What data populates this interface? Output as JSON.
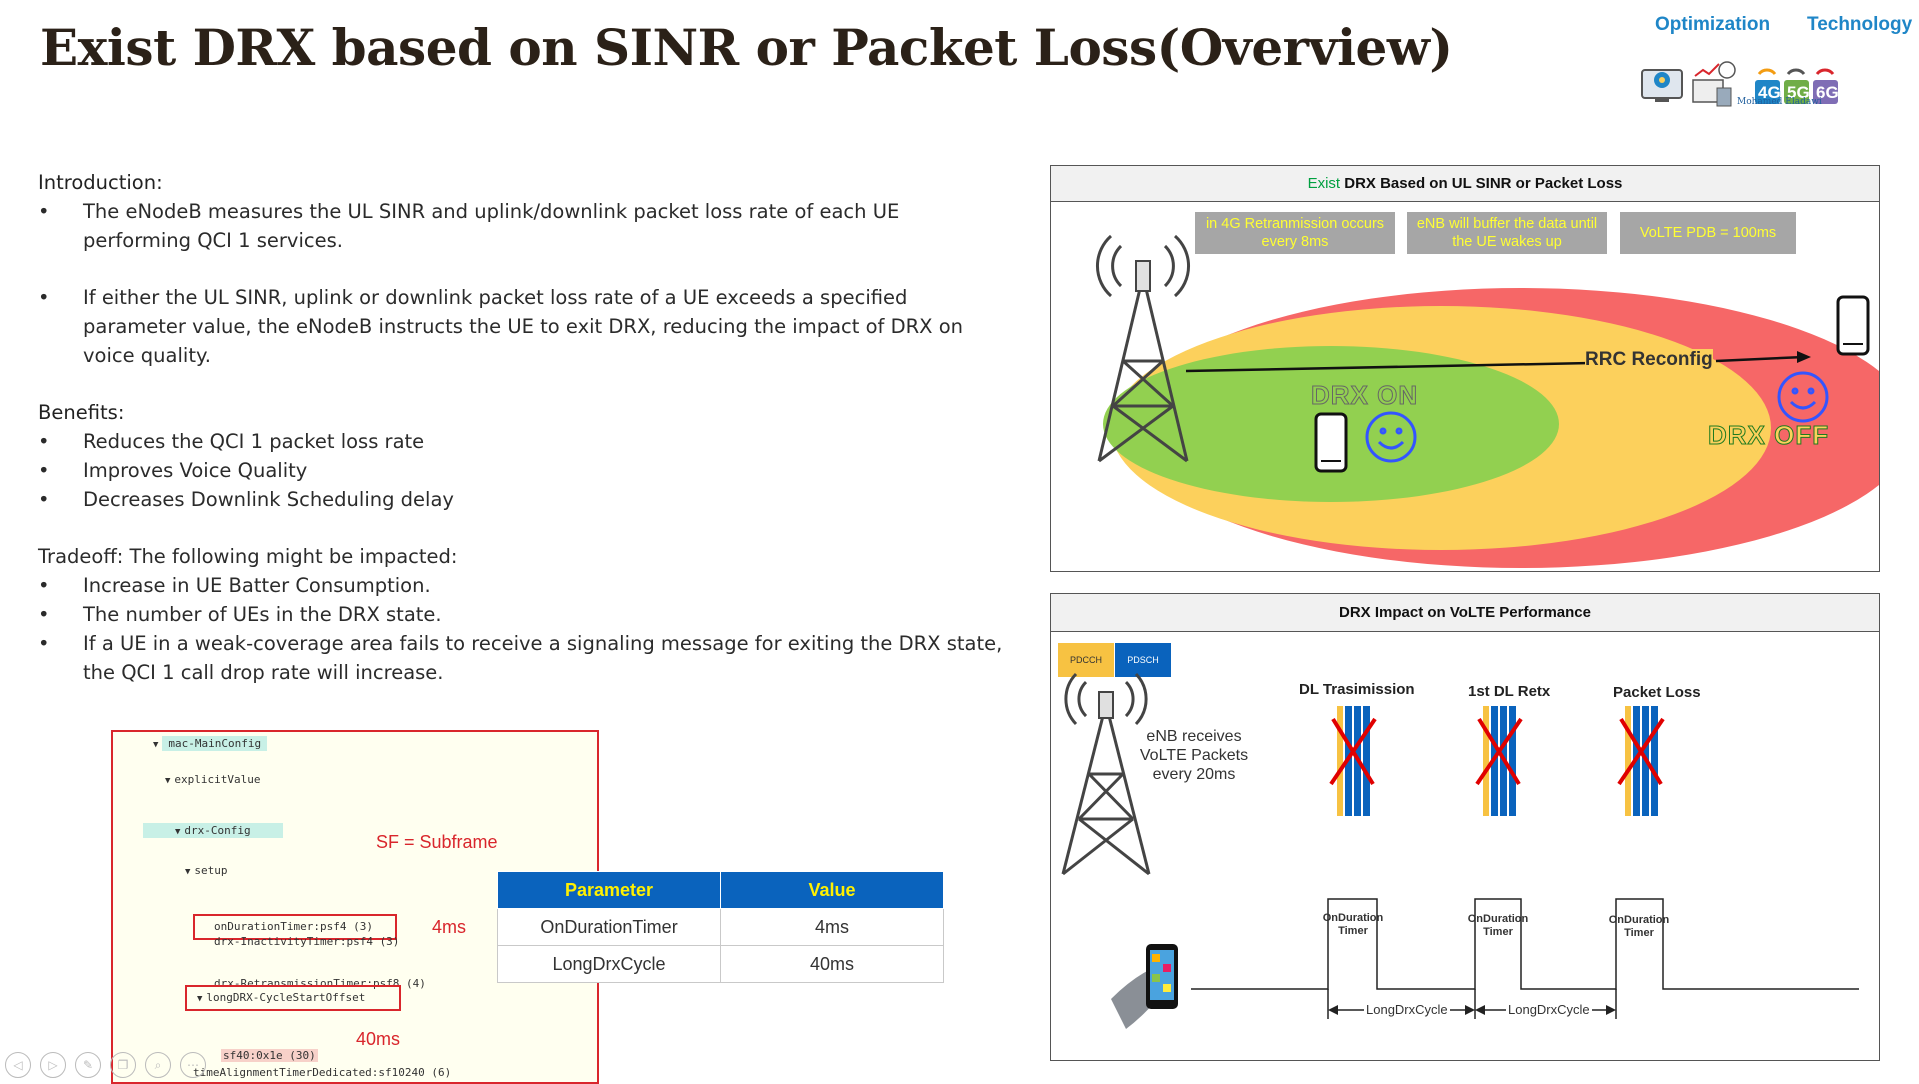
{
  "title": "Exist DRX based on SINR or Packet Loss(Overview)",
  "logo": {
    "left_word": "Optimization",
    "right_word": "Technology",
    "author": "Mohamed Eladawi",
    "badges": [
      "4G",
      "5G",
      "6G"
    ]
  },
  "intro": {
    "heading": "Introduction:",
    "bullets": [
      "The eNodeB measures the UL SINR and uplink/downlink packet loss rate of each UE performing QCI 1 services.",
      "If either the UL SINR, uplink or downlink packet loss rate of a UE exceeds a specified parameter value, the eNodeB instructs the UE to exit DRX, reducing the impact of DRX on voice quality."
    ]
  },
  "benefits": {
    "heading": "Benefits:",
    "bullets": [
      "Reduces the QCI 1 packet loss rate",
      "Improves Voice Quality",
      "Decreases Downlink Scheduling delay"
    ]
  },
  "tradeoff": {
    "heading": "Tradeoff:",
    "lead": " The following might be impacted:",
    "bullets": [
      "Increase in UE Batter Consumption.",
      "The number of UEs in the DRX state.",
      "If a UE in a weak-coverage area fails to receive a signaling message for exiting the DRX state, the QCI 1 call drop rate will increase."
    ]
  },
  "code_panel": {
    "lines": [
      "mac-MainConfig",
      "explicitValue",
      "drx-Config",
      "setup",
      "onDurationTimer:psf4  (3)",
      "drx-InactivityTimer:psf4  (3)",
      "drx-RetransmissionTimer:psf8  (4)",
      "longDRX-CycleStartOffset",
      "sf40:0x1e  (30)",
      "timeAlignmentTimerDedicated:sf10240  (6)"
    ],
    "sf_note": "SF = Subframe",
    "note_4ms": "4ms",
    "note_40ms": "40ms"
  },
  "param_table": {
    "headers": [
      "Parameter",
      "Value"
    ],
    "rows": [
      [
        "OnDurationTimer",
        "4ms"
      ],
      [
        "LongDrxCycle",
        "40ms"
      ]
    ]
  },
  "diagram1": {
    "title_prefix": "Exist",
    "title_rest": " DRX Based on UL SINR or Packet Loss",
    "tags": [
      "in 4G Retranmission occurs every 8ms",
      "eNB will buffer the data until the UE  wakes  up",
      "VoLTE PDB = 100ms"
    ],
    "rrc": "RRC Reconfig",
    "drx_on": "DRX ON",
    "drx_off": "DRX OFF",
    "colors": {
      "red": "#f66767",
      "yellow": "#fcd05c",
      "green": "#92d050",
      "drx_off_text": "#1f7a1f",
      "exist_word": "#00a040"
    }
  },
  "diagram2": {
    "title": "DRX Impact on VoLTE Performance",
    "legend": [
      "PDCCH",
      "PDSCH"
    ],
    "enb_text": [
      "eNB receives",
      "VoLTE Packets",
      "every 20ms"
    ],
    "columns": [
      "DL Trasimission",
      "1st DL Retx",
      "Packet Loss"
    ],
    "onduration": [
      "OnDuration",
      "Timer"
    ],
    "cycle": "LongDrxCycle",
    "colors": {
      "pdcch": "#f7c242",
      "pdsch": "#0a63bd",
      "cross": "#e00000"
    }
  },
  "toolbar_icons": [
    "prev-icon",
    "next-icon",
    "pen-icon",
    "copy-icon",
    "zoom-icon",
    "more-icon"
  ]
}
